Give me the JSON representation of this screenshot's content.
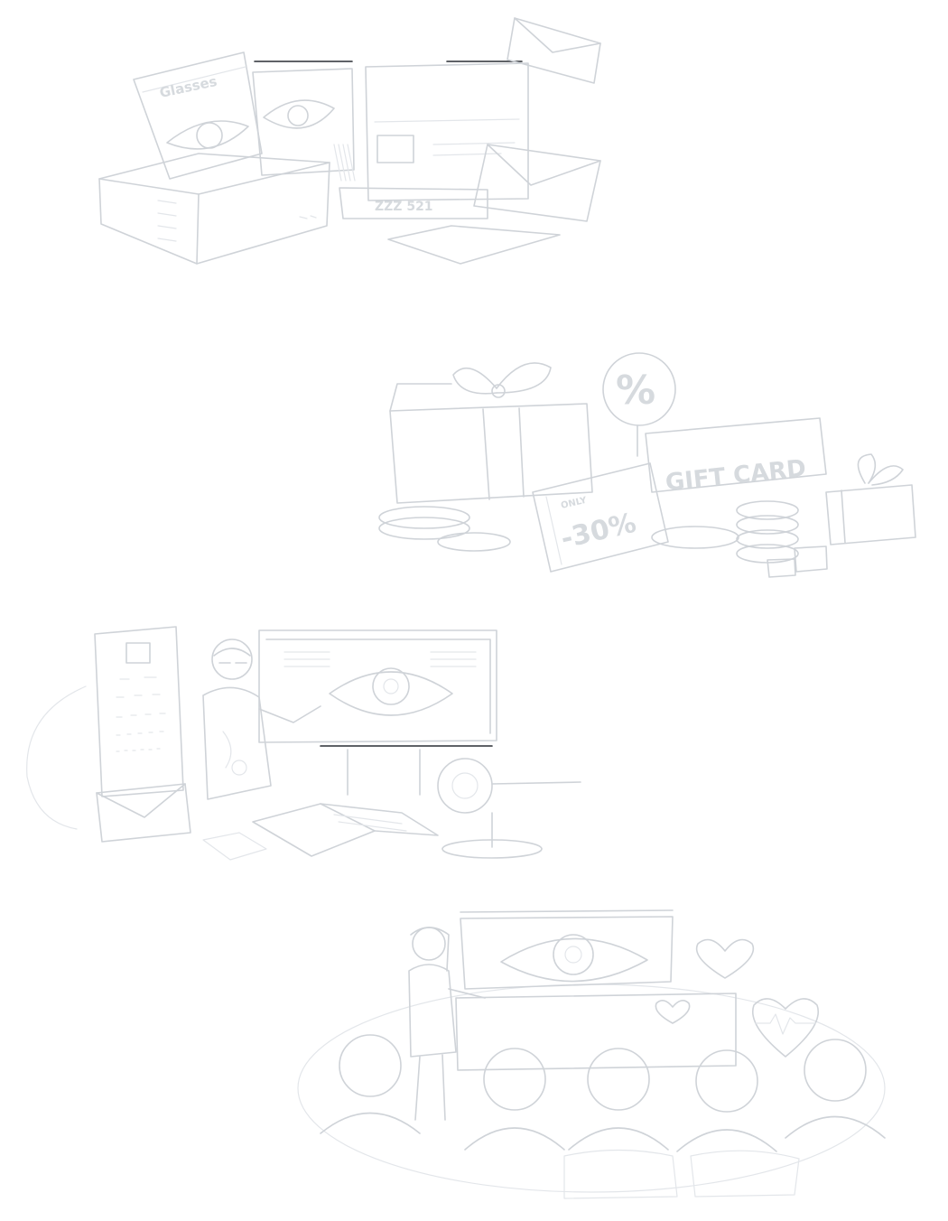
{
  "illustrations": [
    {
      "id": "optical-products-shipping",
      "label_text": "Glasses",
      "barcode_text": "ZZZ 521",
      "icons": [
        "box-icon",
        "envelope-icon",
        "eye-icon",
        "card-icon"
      ]
    },
    {
      "id": "discounts-gift-card",
      "gift_card_text": "GIFT CARD",
      "coupon_small_text": "ONLY",
      "coupon_discount_text": "-30%",
      "percent_badge_text": "%",
      "icons": [
        "gift-icon",
        "coin-stack-icon",
        "percent-badge-icon",
        "coupon-icon"
      ]
    },
    {
      "id": "optometrist-eye-exam",
      "icons": [
        "eye-chart-icon",
        "doctor-icon",
        "monitor-eye-icon",
        "book-icon",
        "envelope-icon"
      ]
    },
    {
      "id": "eye-health-seminar",
      "icons": [
        "presenter-icon",
        "screen-eye-icon",
        "heart-icon",
        "heartbeat-icon",
        "audience-icon"
      ]
    }
  ],
  "colors": {
    "background": "#ffffff",
    "line": "#cfd3d8",
    "line_light": "#e3e6ea",
    "accent_dark": "#2a2f35"
  }
}
